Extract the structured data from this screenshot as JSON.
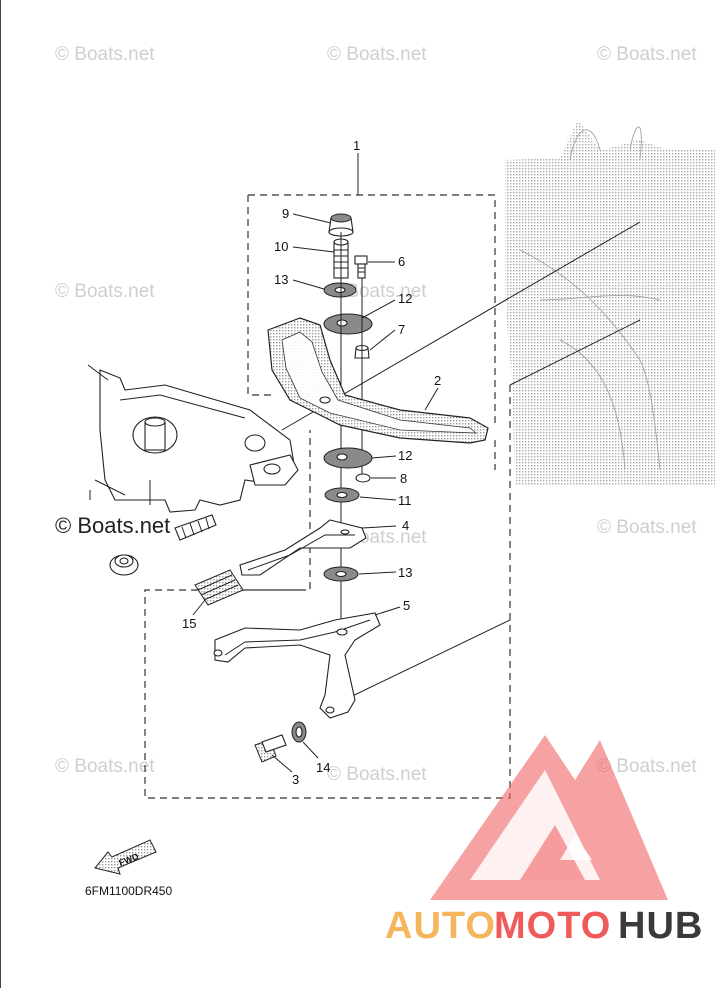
{
  "diagram": {
    "watermark_text": "© Boats.net",
    "reference_code": "6FM1100DR450",
    "fwd_label": "FWD",
    "callouts": [
      "1",
      "2",
      "3",
      "4",
      "5",
      "6",
      "7",
      "8",
      "9",
      "10",
      "11",
      "12",
      "12",
      "13",
      "13",
      "14",
      "15"
    ]
  },
  "brand": {
    "part1": "AUTO",
    "part2": "MOTO",
    "part3": "HUB",
    "colors": {
      "orange": "#f5b55a",
      "red": "#ef5a5a",
      "dark": "#3a3a3a",
      "logo": "#f26464"
    }
  }
}
